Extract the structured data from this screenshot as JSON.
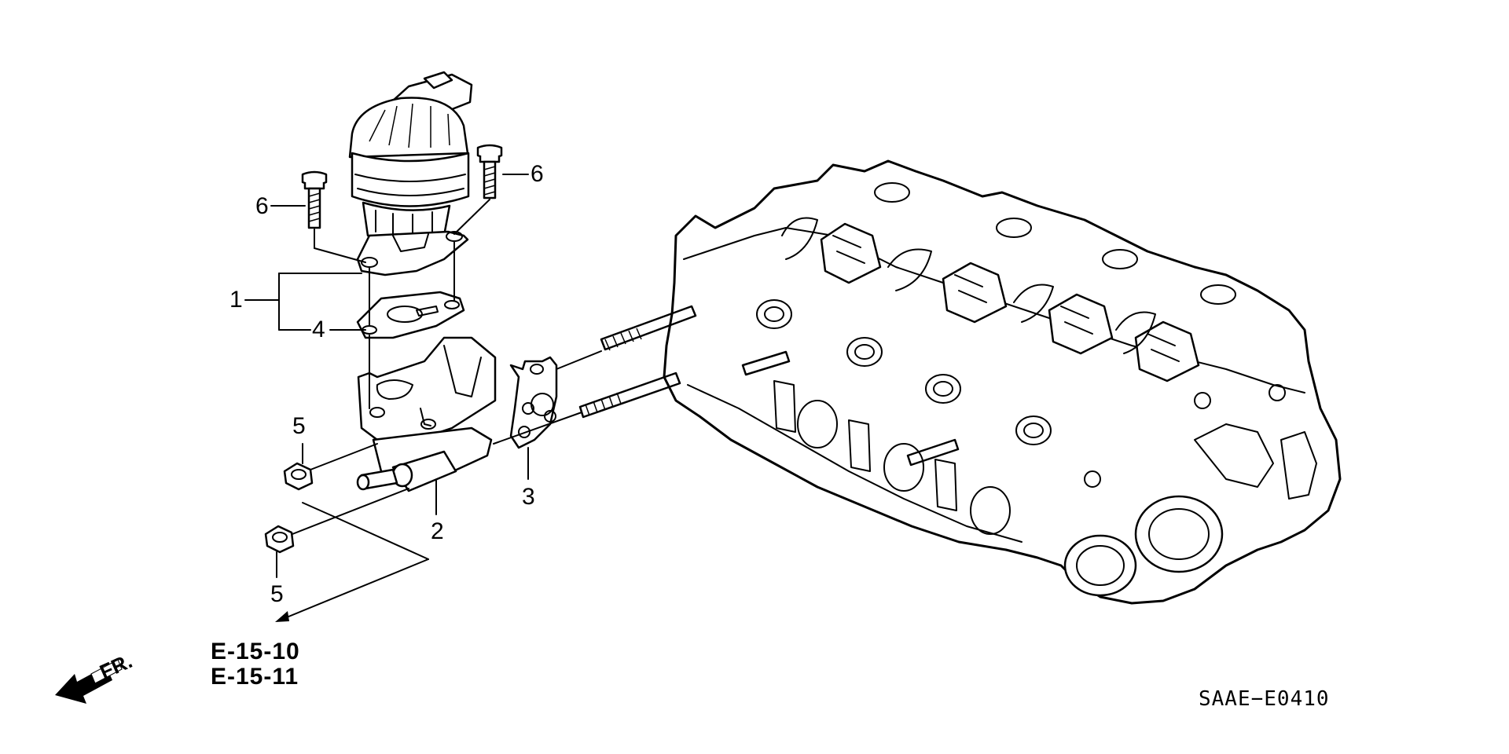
{
  "callouts": {
    "part_1": "1",
    "part_2": "2",
    "part_3": "3",
    "part_4": "4",
    "part_5_upper": "5",
    "part_5_lower": "5",
    "part_6_left": "6",
    "part_6_right": "6"
  },
  "cross_references": [
    "E-15-10",
    "E-15-11"
  ],
  "front_indicator": "FR.",
  "diagram_code": "SAAE−E0410"
}
